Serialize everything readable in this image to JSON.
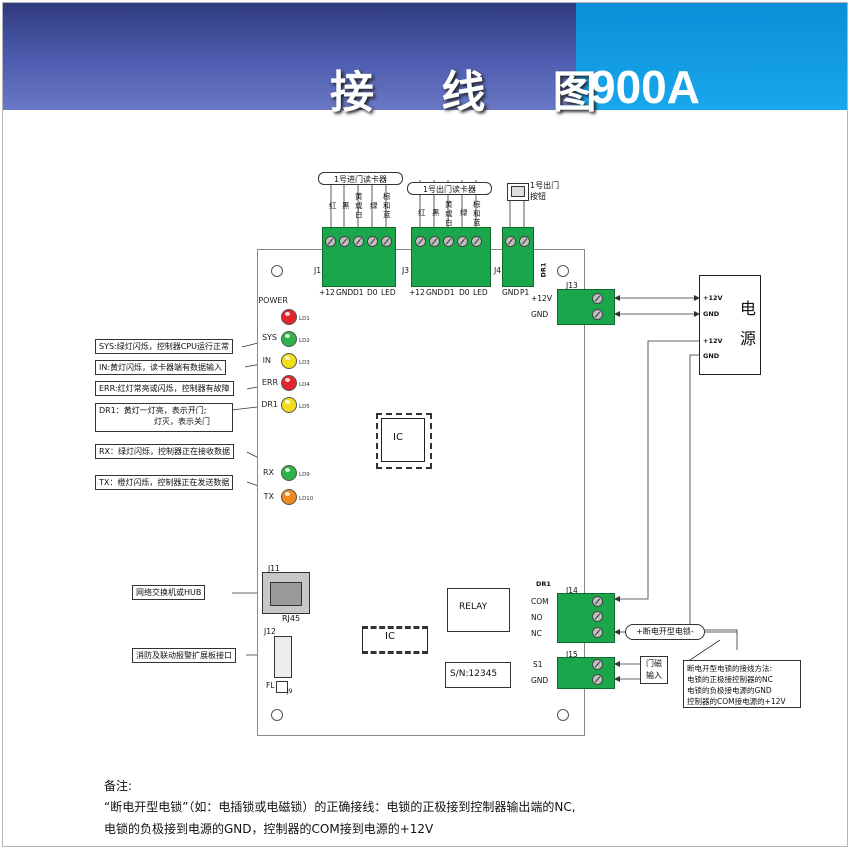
{
  "header": {
    "title": "接 线 图",
    "model": "900A"
  },
  "reader_in": {
    "title": "1号进门读卡器",
    "wires": [
      "红",
      "黑",
      "黄或白",
      "绿",
      "棕和蓝"
    ]
  },
  "reader_out": {
    "title": "1号出门读卡器",
    "wires": [
      "红",
      "黑",
      "黄或白",
      "绿",
      "棕和蓝"
    ]
  },
  "exit_button": {
    "line1": "1号出门",
    "line2": "按钮"
  },
  "j1": {
    "label": "J1",
    "pins": [
      "+12",
      "GND",
      "D1",
      "D0",
      "LED"
    ]
  },
  "j3": {
    "label": "J3",
    "pins": [
      "+12",
      "GND",
      "D1",
      "D0",
      "LED"
    ]
  },
  "j4": {
    "label": "J4",
    "pins": [
      "GND",
      "P1"
    ],
    "side": "DR1"
  },
  "j13": {
    "label": "J13",
    "pins": [
      "+12V",
      "GND"
    ]
  },
  "power": {
    "title1": "电",
    "title2": "源",
    "pins": [
      "+12V",
      "GND",
      "+12V",
      "GND"
    ]
  },
  "leds": [
    {
      "label": "POWER",
      "id": "LD1",
      "color": "#e3262d"
    },
    {
      "label": "SYS",
      "id": "LD2",
      "color": "#2fb24a"
    },
    {
      "label": "IN",
      "id": "LD3",
      "color": "#f2dd1b"
    },
    {
      "label": "ERR",
      "id": "LD4",
      "color": "#e3262d"
    },
    {
      "label": "DR1",
      "id": "LD5",
      "color": "#f2dd1b"
    },
    {
      "label": "RX",
      "id": "LD9",
      "color": "#2fb24a"
    },
    {
      "label": "TX",
      "id": "LD10",
      "color": "#f08a1f"
    }
  ],
  "callouts": {
    "sys": "SYS:绿灯闪烁，控制器CPU运行正常",
    "in": "IN:黄灯闪烁，读卡器端有数据输入",
    "err": "ERR:红灯常亮或闪烁，控制器有故障",
    "dr1_a": "DR1：黄灯一灯亮，表示开门;",
    "dr1_b": "灯灭，表示关门",
    "rx": "RX：绿灯闪烁，控制器正在接收数据",
    "tx": "TX：橙灯闪烁，控制器正在发送数据",
    "network": "网络交换机或HUB",
    "fire": "消防及联动报警扩展板接口"
  },
  "board": {
    "ic1": "IC",
    "ic2": "IC",
    "relay": "RELAY",
    "serial": "S/N:12345",
    "j11": "J11",
    "rj45": "RJ45",
    "j12": "J12",
    "fl": "FL",
    "j9": "J9"
  },
  "j14": {
    "label": "J14",
    "side": "DR1",
    "pins": [
      "COM",
      "NO",
      "NC"
    ]
  },
  "j15": {
    "label": "J15",
    "pins": [
      "S1",
      "GND"
    ]
  },
  "lock": {
    "label": "+断电开型电锁-"
  },
  "door_sensor": {
    "line1": "门磁",
    "line2": "输入"
  },
  "lock_method": {
    "title": "断电开型电锁的接线方法:",
    "l1": "电锁的正极接控制器的NC",
    "l2": "电锁的负极接电源的GND",
    "l3": "控制器的COM接电源的+12V"
  },
  "notes": {
    "title": "备注:",
    "line1": "“断电开型电锁”（如：电插锁或电磁锁）的正确接线：电锁的正极接到控制器输出端的NC,",
    "line2": "电锁的负极接到电源的GND，控制器的COM接到电源的+12V"
  }
}
